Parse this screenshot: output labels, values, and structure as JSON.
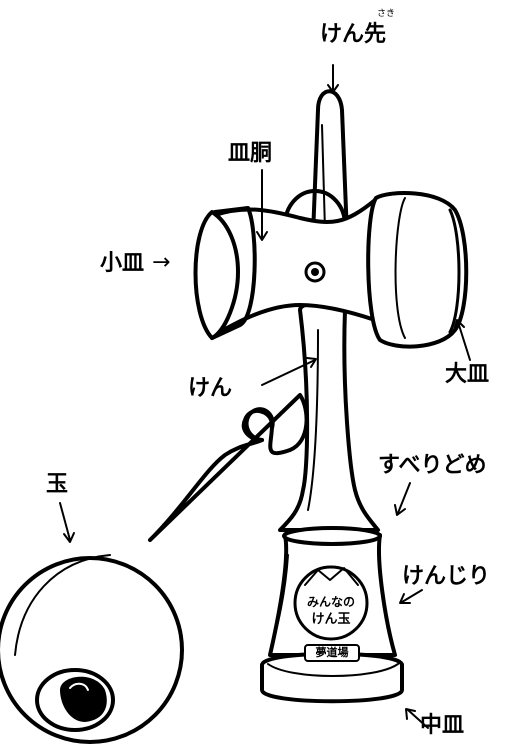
{
  "labels": {
    "ken_saki": "けん先",
    "ken_saki_ruby": "さき",
    "sara_dou": "皿胴",
    "kozara": "小皿",
    "oozara": "大皿",
    "ken": "けん",
    "tama": "玉",
    "suberidome": "すべりどめ",
    "kenjiri": "けんじり",
    "nakazara": "中皿"
  },
  "logo": {
    "line1": "みんなの",
    "line2": "けん玉",
    "base": "夢道場"
  },
  "arrow_glyph": "→"
}
